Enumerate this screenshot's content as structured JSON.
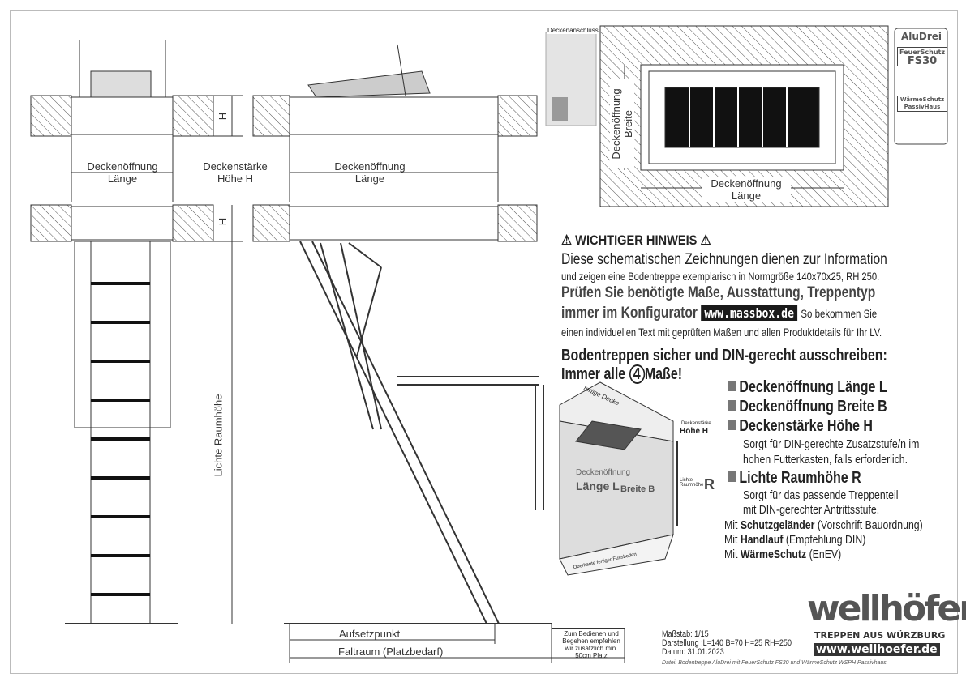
{
  "drawing": {
    "left_view": {
      "dim_opening_length": [
        "Deckenöffnung",
        "Länge"
      ],
      "dim_thickness": [
        "Deckenstärke",
        "Höhe H"
      ],
      "h_label": "H",
      "room_height_label": "Lichte Raumhöhe"
    },
    "side_view": {
      "dim_opening_length": [
        "Deckenöffnung",
        "Länge"
      ],
      "h_label": "H",
      "touchdown_label": "Aufsetzpunkt",
      "folding_space_label": "Faltraum (Platzbedarf)",
      "note": [
        "Zum Bedienen und",
        "Begehen empfehlen",
        "wir zusätzlich min.",
        "50cm Platz"
      ]
    },
    "plan_view": {
      "connection_label": "Deckenanschluss",
      "width_label": [
        "Deckenöffnung",
        "Breite"
      ],
      "length_label": [
        "Deckenöffnung",
        "Länge"
      ]
    }
  },
  "badges": {
    "brand": "AluDrei",
    "fire": [
      "FeuerSchutz",
      "FS30"
    ],
    "thermal": [
      "WärmeSchutz",
      "PassivHaus"
    ]
  },
  "notice": {
    "title": "WICHTIGER HINWEIS",
    "line1": "Diese schematischen Zeichnungen dienen zur Information",
    "line2": "und zeigen eine Bodentreppe exemplarisch in Normgröße 140x70x25, RH 250.",
    "line3": "Prüfen Sie benötigte Maße, Ausstattung, Treppentyp",
    "line4": "immer im Konfigurator",
    "url": "www.massbox.de",
    "line4b": "So bekommen Sie",
    "line5": "einen individuellen Text mit geprüften Maßen und allen Produktdetails für Ihr LV."
  },
  "measures": {
    "heading1": "Bodentreppen sicher und DIN-gerecht ausschreiben:",
    "heading2a": "Immer alle",
    "heading2num": "4",
    "heading2b": "Maße!",
    "items": [
      {
        "label": "Deckenöffnung Länge L"
      },
      {
        "label": "Deckenöffnung Breite B"
      },
      {
        "label": "Deckenstärke Höhe H",
        "sub": [
          "Sorgt für DIN-gerechte Zusatzstufe/n im",
          "hohen Futterkasten, falls erforderlich."
        ]
      },
      {
        "label": "Lichte Raumhöhe R",
        "sub": [
          "Sorgt für das passende Treppenteil",
          "mit DIN-gerechter Antrittsstufe."
        ]
      }
    ],
    "extras": [
      {
        "pre": "Mit ",
        "bold": "Schutzgeländer",
        "post": " (Vorschrift Bauordnung)"
      },
      {
        "pre": "Mit ",
        "bold": "Handlauf",
        "post": " (Empfehlung DIN)"
      },
      {
        "pre": "Mit ",
        "bold": "WärmeSchutz",
        "post": " (EnEV)"
      }
    ],
    "illustration": {
      "ceiling": "fertige Decke",
      "thickness": "Deckenstärke",
      "thickness_h": "Höhe H",
      "opening": "Deckenöffnung",
      "length": "Länge L",
      "width": "Breite B",
      "room": "Lichte Raumhöhe",
      "room_r": "R",
      "floor": "Oberkante fertiger Fussboden"
    }
  },
  "meta": {
    "scale": "Maßstab: 1/15",
    "display": "Darstellung :L=140 B=70 H=25 RH=250",
    "date": "Datum: 31.01.2023",
    "file": "Datei: Bodentreppe AluDrei mit FeuerSchutz FS30 und WärmeSchutz WSPH Passivhaus"
  },
  "logo": {
    "name": "wellhöfer",
    "tagline": "TREPPEN AUS WÜRZBURG",
    "url": "www.wellhoefer.de"
  }
}
